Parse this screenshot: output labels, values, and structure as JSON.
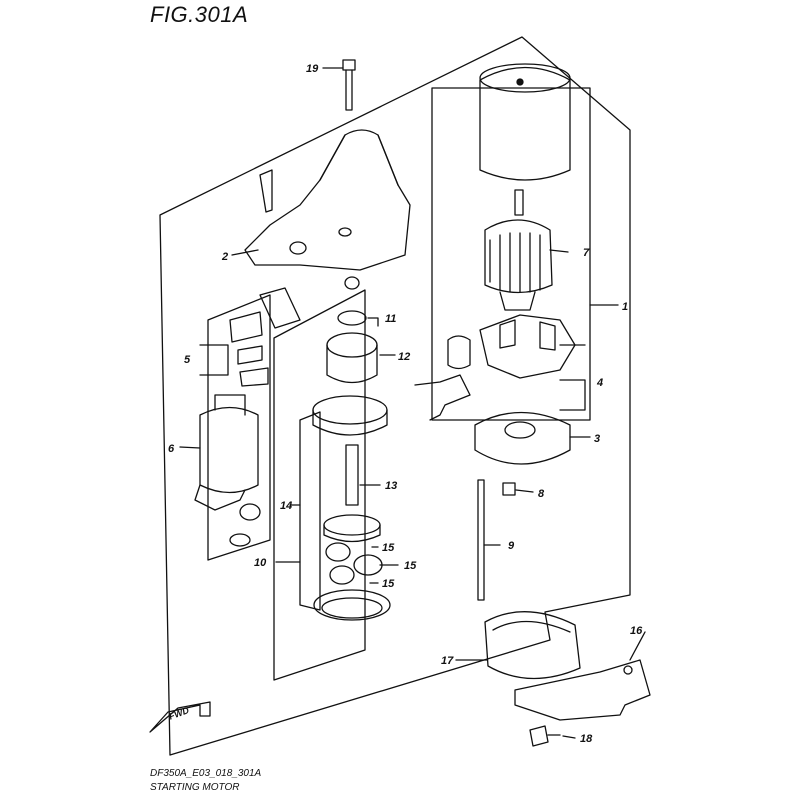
{
  "figure": {
    "title": "FIG.301A",
    "code": "DF350A_E03_018_301A",
    "name": "STARTING MOTOR",
    "fwd_label": "FWD"
  },
  "callouts": [
    "1",
    "2",
    "3",
    "4",
    "5",
    "6",
    "7",
    "8",
    "9",
    "10",
    "11",
    "12",
    "13",
    "14",
    "15",
    "15",
    "15",
    "16",
    "17",
    "18",
    "19"
  ]
}
